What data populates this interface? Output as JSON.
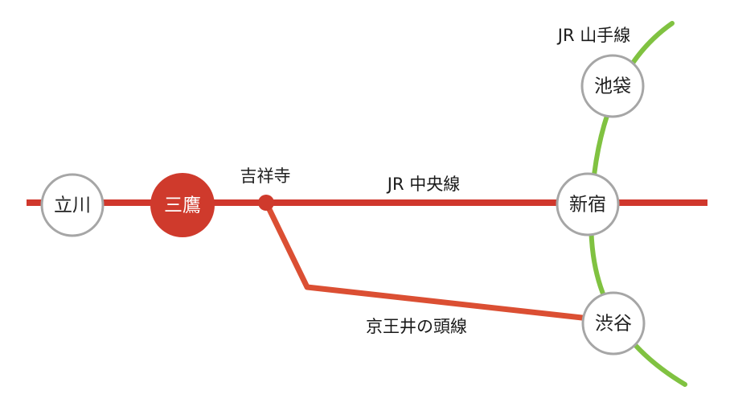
{
  "map": {
    "colors": {
      "chuo_line": "#d0372c",
      "keio_line": "#db4f33",
      "yamanote_line": "#80c241",
      "station_ring": "#a6a6a6",
      "station_fill": "#ffffff",
      "highlight_station": "#cf3a2c",
      "junction_dot": "#cf3a2c"
    },
    "lines": {
      "chuo": {
        "label": "JR 中央線"
      },
      "yamanote": {
        "label": "JR 山手線"
      },
      "keio": {
        "label": "京王井の頭線"
      }
    },
    "stations": {
      "tachikawa": {
        "label": "立川"
      },
      "mitaka": {
        "label": "三鷹",
        "highlighted": true
      },
      "kichijoji": {
        "label": "吉祥寺"
      },
      "shinjuku": {
        "label": "新宿"
      },
      "ikebukuro": {
        "label": "池袋"
      },
      "shibuya": {
        "label": "渋谷"
      }
    }
  }
}
